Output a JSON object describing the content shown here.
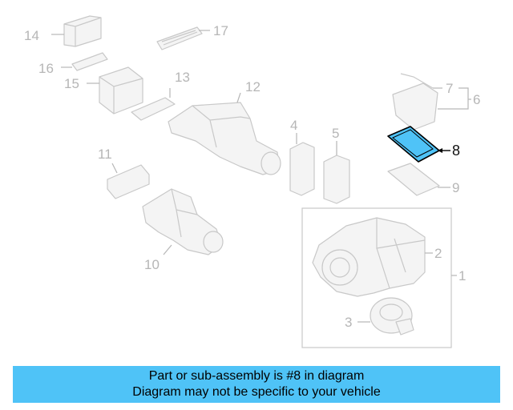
{
  "diagram": {
    "callouts": [
      "1",
      "2",
      "3",
      "4",
      "5",
      "6",
      "7",
      "8",
      "9",
      "10",
      "11",
      "12",
      "13",
      "14",
      "15",
      "16",
      "17"
    ],
    "highlighted_part": "8"
  },
  "banner": {
    "line1": "Part or sub-assembly is #8 in diagram",
    "line2": "Diagram may not be specific to your vehicle"
  },
  "colors": {
    "banner_bg": "#4fc3f7",
    "highlight_fill": "#4fc3f7",
    "faded_part": "#c8c8c8"
  }
}
